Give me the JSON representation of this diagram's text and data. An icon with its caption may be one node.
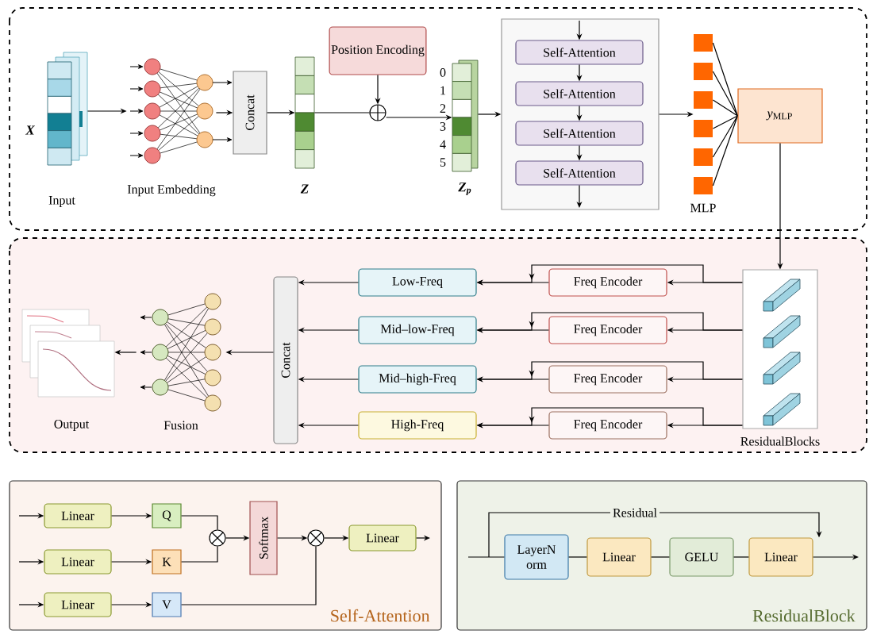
{
  "diagram": {
    "nodes": [
      {
        "text": [],
        "shape": "bar",
        "beside": [
          "X",
          "Input"
        ]
      },
      {
        "text": [],
        "shape": "picture",
        "beside": [
          "Input Embedding"
        ]
      },
      {
        "text": [
          "Concat"
        ]
      },
      {
        "text": [],
        "shape": "bar",
        "beside": [
          "Z"
        ]
      },
      {
        "text": [
          "Position Encoding"
        ]
      },
      {
        "text": [],
        "shape": "circle"
      },
      {
        "text": [],
        "shape": "bar",
        "beside": [
          "Z$_{p}$"
        ]
      },
      {
        "text": [],
        "shape": "box"
      },
      {
        "text": [
          "Self-Attention"
        ],
        "in": 7
      },
      {
        "text": [
          "Self-Attention"
        ],
        "in": 7
      },
      {
        "text": [
          "Self-Attention"
        ],
        "in": 7
      },
      {
        "text": [
          "Self-Attention"
        ],
        "in": 7
      },
      {
        "text": [],
        "shape": "bar",
        "beside": [
          "MLP"
        ]
      },
      {
        "text": [
          "*y*$_{MLP}$"
        ]
      },
      {
        "text": [],
        "shape": "box",
        "beside": [
          "ResidualBlocks"
        ]
      },
      {
        "text": [
          "Freq Encoder"
        ]
      },
      {
        "text": [
          "Freq Encoder"
        ]
      },
      {
        "text": [
          "Freq Encoder"
        ]
      },
      {
        "text": [
          "Freq Encoder"
        ]
      },
      {
        "text": [
          "Low-Freq"
        ]
      },
      {
        "text": [
          "Mid–low-Freq"
        ]
      },
      {
        "text": [
          "Mid–high-Freq"
        ]
      },
      {
        "text": [
          "High-Freq"
        ]
      },
      {
        "text": [
          "Concat"
        ]
      },
      {
        "text": [],
        "shape": "picture",
        "beside": [
          "Fusion"
        ]
      },
      {
        "text": [],
        "shape": "picture",
        "beside": [
          "Output"
        ]
      },
      {
        "text": [
          "Self-Attention"
        ]
      },
      {
        "text": [
          "Linear"
        ],
        "in": 26
      },
      {
        "text": [
          "Linear"
        ],
        "in": 26
      },
      {
        "text": [
          "Linear"
        ],
        "in": 26
      },
      {
        "text": [
          "Q"
        ],
        "in": 26
      },
      {
        "text": [
          "K"
        ],
        "in": 26
      },
      {
        "text": [
          "V"
        ],
        "in": 26
      },
      {
        "text": [],
        "shape": "circle",
        "in": 26
      },
      {
        "text": [
          "Softmax"
        ],
        "in": 26
      },
      {
        "text": [],
        "shape": "circle",
        "in": 26
      },
      {
        "text": [
          "Linear"
        ],
        "in": 26
      },
      {
        "text": [
          "ResidualBlock"
        ]
      },
      {
        "text": [
          "LayerN orm"
        ],
        "in": 37
      },
      {
        "text": [
          "Linear"
        ],
        "in": 37
      },
      {
        "text": [
          "GELU"
        ],
        "in": 37
      },
      {
        "text": [
          "Linear"
        ],
        "in": 37
      }
    ],
    "edges": [
      {
        "from": 0,
        "to": 1,
        "arrow": "to"
      },
      {
        "from": 1,
        "to": 2,
        "arrow": "to"
      },
      {
        "from": 2,
        "to": 3,
        "arrow": "to"
      },
      {
        "from": 3,
        "to": 5,
        "arrow": "none"
      },
      {
        "from": 4,
        "to": 5,
        "arrow": "to"
      },
      {
        "from": 5,
        "to": 6,
        "arrow": "to"
      },
      {
        "from": 6,
        "to": 7,
        "arrow": "to"
      },
      {
        "from": null,
        "to": 8,
        "arrow": "to"
      },
      {
        "from": 8,
        "to": 9,
        "arrow": "to"
      },
      {
        "from": 9,
        "to": 10,
        "arrow": "to"
      },
      {
        "from": 10,
        "to": 11,
        "arrow": "to"
      },
      {
        "from": 11,
        "to": null,
        "arrow": "to"
      },
      {
        "from": 7,
        "to": 12,
        "arrow": "to"
      },
      {
        "from": 12,
        "to": 13,
        "arrow": "none"
      },
      {
        "from": 13,
        "to": 14,
        "arrow": "to"
      },
      {
        "from": 14,
        "to": 15,
        "arrow": "to"
      },
      {
        "from": 14,
        "to": 16,
        "arrow": "to"
      },
      {
        "from": 14,
        "to": 17,
        "arrow": "to"
      },
      {
        "from": 14,
        "to": 18,
        "arrow": "to"
      },
      {
        "from": 15,
        "to": 19,
        "arrow": "to"
      },
      {
        "from": 16,
        "to": 20,
        "arrow": "to"
      },
      {
        "from": 17,
        "to": 21,
        "arrow": "to"
      },
      {
        "from": 18,
        "to": 22,
        "arrow": "to"
      },
      {
        "from": 14,
        "to": 19,
        "arrow": "to"
      },
      {
        "from": 14,
        "to": 20,
        "arrow": "to"
      },
      {
        "from": 14,
        "to": 21,
        "arrow": "to"
      },
      {
        "from": 14,
        "to": 22,
        "arrow": "to"
      },
      {
        "from": 19,
        "to": 23,
        "arrow": "to"
      },
      {
        "from": 20,
        "to": 23,
        "arrow": "to"
      },
      {
        "from": 21,
        "to": 23,
        "arrow": "to"
      },
      {
        "from": 22,
        "to": 23,
        "arrow": "to"
      },
      {
        "from": 23,
        "to": 24,
        "arrow": "to"
      },
      {
        "from": 24,
        "to": 25,
        "arrow": "to"
      },
      {
        "from": null,
        "to": 27,
        "arrow": "to"
      },
      {
        "from": null,
        "to": 28,
        "arrow": "to"
      },
      {
        "from": null,
        "to": 29,
        "arrow": "to"
      },
      {
        "from": 27,
        "to": 30,
        "arrow": "to"
      },
      {
        "from": 28,
        "to": 31,
        "arrow": "to"
      },
      {
        "from": 29,
        "to": 32,
        "arrow": "to"
      },
      {
        "from": 30,
        "to": 33,
        "arrow": "none"
      },
      {
        "from": 31,
        "to": 33,
        "arrow": "none"
      },
      {
        "from": 33,
        "to": 34,
        "arrow": "to"
      },
      {
        "from": 34,
        "to": 35,
        "arrow": "to"
      },
      {
        "from": 32,
        "to": 35,
        "arrow": "none"
      },
      {
        "from": 35,
        "to": 36,
        "arrow": "to"
      },
      {
        "from": 36,
        "to": null,
        "arrow": "to"
      },
      {
        "from": null,
        "to": 38,
        "arrow": "none"
      },
      {
        "from": 38,
        "to": 39,
        "arrow": "none"
      },
      {
        "from": 39,
        "to": 40,
        "arrow": "none"
      },
      {
        "from": 40,
        "to": 41,
        "arrow": "none"
      },
      {
        "from": 41,
        "to": null,
        "arrow": "to"
      },
      {
        "from": 38,
        "to": 41,
        "arrow": "to",
        "label": "Residual"
      }
    ],
    "labels": [
      "0",
      "1",
      "2",
      "3",
      "4",
      "5"
    ]
  }
}
